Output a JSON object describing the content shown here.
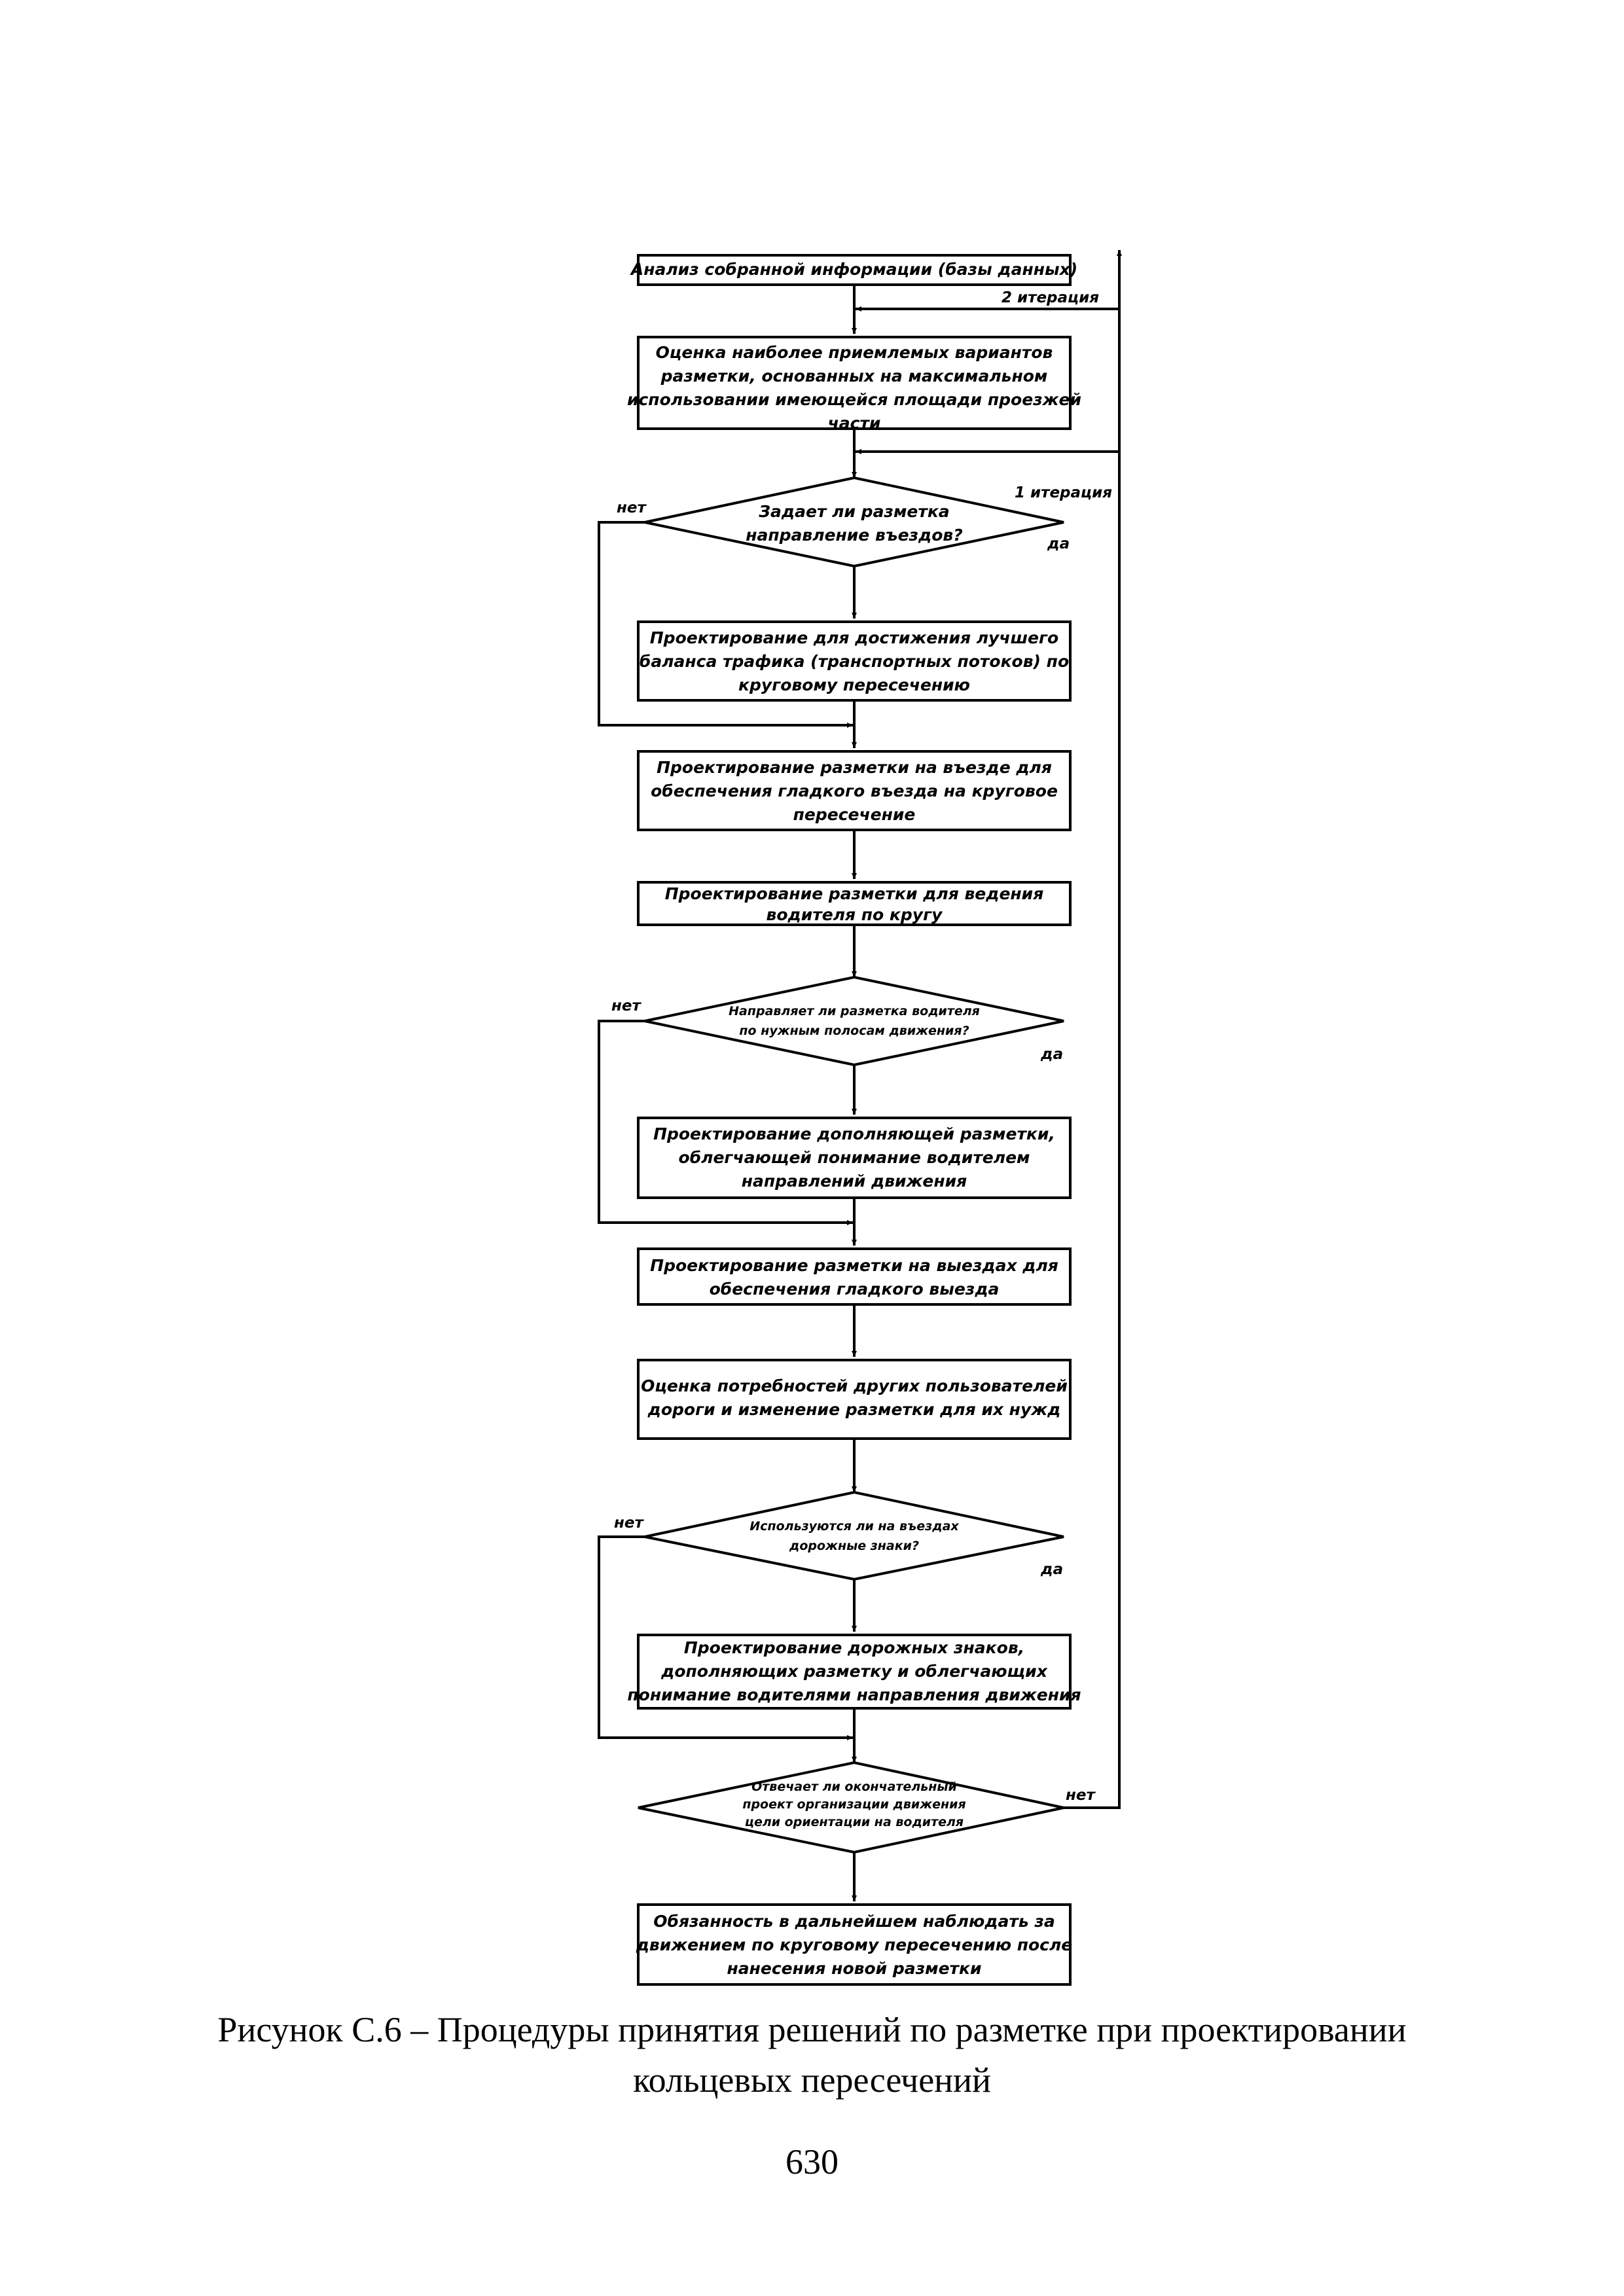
{
  "flowchart": {
    "steps": {
      "s1": [
        "Анализ собранной информации (базы данных)"
      ],
      "s2": [
        "Оценка наиболее приемлемых вариантов",
        "разметки, основанных на максимальном",
        "использовании имеющейся площади проезжей",
        "части"
      ],
      "d1": [
        "Задает ли разметка",
        "направление въездов?"
      ],
      "s3": [
        "Проектирование для достижения лучшего",
        "баланса трафика (транспортных потоков) по",
        "круговому пересечению"
      ],
      "s4": [
        "Проектирование разметки на въезде для",
        "обеспечения гладкого въезда на круговое",
        "пересечение"
      ],
      "s5": [
        "Проектирование разметки для ведения",
        "водителя по кругу"
      ],
      "d2": [
        "Направляет ли разметка водителя",
        "по нужным полосам движения?"
      ],
      "s6": [
        "Проектирование дополняющей разметки,",
        "облегчающей понимание водителем",
        "направлений движения"
      ],
      "s7": [
        "Проектирование разметки на выездах для",
        "обеспечения гладкого выезда"
      ],
      "s8": [
        "Оценка потребностей других пользователей",
        "дороги и изменение разметки для их нужд"
      ],
      "d3": [
        "Используются ли на въездах",
        "дорожные знаки?"
      ],
      "s9": [
        "Проектирование дорожных знаков,",
        "дополняющих разметку и облегчающих",
        "понимание водителями направления движения"
      ],
      "d4": [
        "Отвечает ли окончательный",
        "проект организации движения",
        "цели ориентации на водителя"
      ],
      "s10": [
        "Обязанность в дальнейшем наблюдать за",
        "движением по круговому пересечению после",
        "нанесения новой разметки"
      ]
    },
    "labels": {
      "iter2": "2 итерация",
      "iter1": "1 итерация",
      "d1_no": "нет",
      "d1_yes": "да",
      "d2_no": "нет",
      "d2_yes": "да",
      "d3_no": "нет",
      "d3_yes": "да",
      "d4_no": "нет"
    }
  },
  "caption": {
    "line1": "Рисунок С.6 – Процедуры принятия решений по разметке при проектировании",
    "line2": "кольцевых пересечений"
  },
  "page_number": "630"
}
